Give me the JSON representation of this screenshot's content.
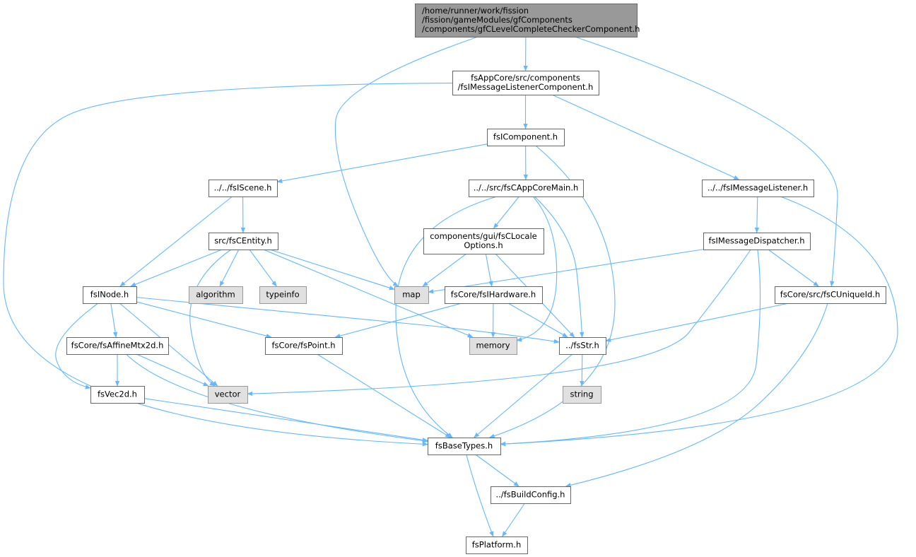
{
  "colors": {
    "edge": "#63b8ff",
    "node_fill": "#ffffff",
    "node_stroke": "#666666",
    "root_fill": "#999999",
    "root_stroke": "#666666",
    "system_fill": "#e0e0e0",
    "system_stroke": "#999999"
  },
  "nodes": [
    {
      "id": "root",
      "kind": "root",
      "lines": [
        "/home/runner/work/fission",
        "/fission/gameModules/gfComponents",
        "/components/gfCLevelCompleteCheckerComponent.h"
      ]
    },
    {
      "id": "msgListenerComponent",
      "kind": "file",
      "lines": [
        "fsAppCore/src/components",
        "/fsIMessageListenerComponent.h"
      ]
    },
    {
      "id": "iComponent",
      "kind": "file",
      "lines": [
        "fsIComponent.h"
      ]
    },
    {
      "id": "iScene",
      "kind": "file",
      "lines": [
        "../../fsIScene.h"
      ]
    },
    {
      "id": "appCoreMain",
      "kind": "file",
      "lines": [
        "../../src/fsCAppCoreMain.h"
      ]
    },
    {
      "id": "msgListener",
      "kind": "file",
      "lines": [
        "../../fsIMessageListener.h"
      ]
    },
    {
      "id": "cEntity",
      "kind": "file",
      "lines": [
        "src/fsCEntity.h"
      ]
    },
    {
      "id": "localeOptions",
      "kind": "file",
      "lines": [
        "components/gui/fsCLocale",
        "Options.h"
      ]
    },
    {
      "id": "msgDispatcher",
      "kind": "file",
      "lines": [
        "fsIMessageDispatcher.h"
      ]
    },
    {
      "id": "iNode",
      "kind": "file",
      "lines": [
        "fsINode.h"
      ]
    },
    {
      "id": "algorithm",
      "kind": "system",
      "lines": [
        "algorithm"
      ]
    },
    {
      "id": "typeinfo",
      "kind": "system",
      "lines": [
        "typeinfo"
      ]
    },
    {
      "id": "map",
      "kind": "system",
      "lines": [
        "map"
      ]
    },
    {
      "id": "iHardware",
      "kind": "file",
      "lines": [
        "fsCore/fsIHardware.h"
      ]
    },
    {
      "id": "uniqueId",
      "kind": "file",
      "lines": [
        "fsCore/src/fsCUniqueId.h"
      ]
    },
    {
      "id": "affineMtx",
      "kind": "file",
      "lines": [
        "fsCore/fsAffineMtx2d.h"
      ]
    },
    {
      "id": "point",
      "kind": "file",
      "lines": [
        "fsCore/fsPoint.h"
      ]
    },
    {
      "id": "memory",
      "kind": "system",
      "lines": [
        "memory"
      ]
    },
    {
      "id": "str",
      "kind": "file",
      "lines": [
        "../fsStr.h"
      ]
    },
    {
      "id": "vec2d",
      "kind": "file",
      "lines": [
        "fsVec2d.h"
      ]
    },
    {
      "id": "vector",
      "kind": "system",
      "lines": [
        "vector"
      ]
    },
    {
      "id": "string",
      "kind": "system",
      "lines": [
        "string"
      ]
    },
    {
      "id": "baseTypes",
      "kind": "file",
      "lines": [
        "fsBaseTypes.h"
      ]
    },
    {
      "id": "buildConfig",
      "kind": "file",
      "lines": [
        "../fsBuildConfig.h"
      ]
    },
    {
      "id": "platform",
      "kind": "file",
      "lines": [
        "fsPlatform.h"
      ]
    }
  ],
  "edges": [
    {
      "from": "root",
      "to": "msgListenerComponent"
    },
    {
      "from": "root",
      "to": "map"
    },
    {
      "from": "root",
      "to": "uniqueId"
    },
    {
      "from": "msgListenerComponent",
      "to": "iComponent"
    },
    {
      "from": "msgListenerComponent",
      "to": "msgListener"
    },
    {
      "from": "msgListenerComponent",
      "to": "baseTypes"
    },
    {
      "from": "iComponent",
      "to": "iScene"
    },
    {
      "from": "iComponent",
      "to": "appCoreMain"
    },
    {
      "from": "iComponent",
      "to": "baseTypes"
    },
    {
      "from": "iScene",
      "to": "cEntity"
    },
    {
      "from": "iScene",
      "to": "iNode"
    },
    {
      "from": "appCoreMain",
      "to": "localeOptions"
    },
    {
      "from": "appCoreMain",
      "to": "memory"
    },
    {
      "from": "appCoreMain",
      "to": "str"
    },
    {
      "from": "appCoreMain",
      "to": "baseTypes"
    },
    {
      "from": "msgListener",
      "to": "msgDispatcher"
    },
    {
      "from": "msgListener",
      "to": "baseTypes"
    },
    {
      "from": "cEntity",
      "to": "iNode"
    },
    {
      "from": "cEntity",
      "to": "algorithm"
    },
    {
      "from": "cEntity",
      "to": "typeinfo"
    },
    {
      "from": "cEntity",
      "to": "map"
    },
    {
      "from": "cEntity",
      "to": "memory"
    },
    {
      "from": "cEntity",
      "to": "vector"
    },
    {
      "from": "localeOptions",
      "to": "map"
    },
    {
      "from": "localeOptions",
      "to": "iHardware"
    },
    {
      "from": "localeOptions",
      "to": "str"
    },
    {
      "from": "msgDispatcher",
      "to": "map"
    },
    {
      "from": "msgDispatcher",
      "to": "uniqueId"
    },
    {
      "from": "msgDispatcher",
      "to": "vector"
    },
    {
      "from": "msgDispatcher",
      "to": "baseTypes"
    },
    {
      "from": "iNode",
      "to": "affineMtx"
    },
    {
      "from": "iNode",
      "to": "point"
    },
    {
      "from": "iNode",
      "to": "str"
    },
    {
      "from": "iNode",
      "to": "vec2d"
    },
    {
      "from": "iNode",
      "to": "vector"
    },
    {
      "from": "iHardware",
      "to": "point"
    },
    {
      "from": "iHardware",
      "to": "memory"
    },
    {
      "from": "iHardware",
      "to": "str"
    },
    {
      "from": "uniqueId",
      "to": "str"
    },
    {
      "from": "uniqueId",
      "to": "buildConfig"
    },
    {
      "from": "affineMtx",
      "to": "vec2d"
    },
    {
      "from": "affineMtx",
      "to": "vector"
    },
    {
      "from": "affineMtx",
      "to": "baseTypes"
    },
    {
      "from": "point",
      "to": "baseTypes"
    },
    {
      "from": "str",
      "to": "string"
    },
    {
      "from": "str",
      "to": "baseTypes"
    },
    {
      "from": "vec2d",
      "to": "baseTypes"
    },
    {
      "from": "baseTypes",
      "to": "buildConfig"
    },
    {
      "from": "baseTypes",
      "to": "platform"
    },
    {
      "from": "buildConfig",
      "to": "platform"
    }
  ]
}
